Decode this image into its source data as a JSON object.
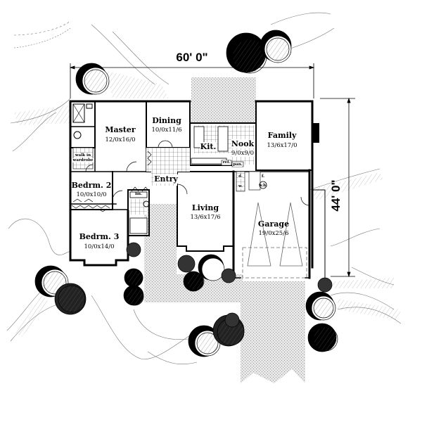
{
  "plan": {
    "overall_width": "60' 0\"",
    "overall_depth": "44' 0\"",
    "rooms": {
      "master": {
        "name": "Master",
        "dims": "12/0x16/0"
      },
      "dining": {
        "name": "Dining",
        "dims": "10/0x11/6"
      },
      "kitchen": {
        "name": "Kit."
      },
      "nook": {
        "name": "Nook",
        "dims": "9/0x9/0"
      },
      "family": {
        "name": "Family",
        "dims": "13/6x17/0"
      },
      "bedroom2": {
        "name": "Bedrm. 2",
        "dims": "10/0x10/0"
      },
      "bedroom3": {
        "name": "Bedrm. 3",
        "dims": "10/0x14/0"
      },
      "entry": {
        "name": "Entry"
      },
      "living": {
        "name": "Living",
        "dims": "13/6x17/6"
      },
      "garage": {
        "name": "Garage",
        "dims": "19/0x25/6"
      }
    },
    "small_labels": {
      "walk_in_wardrobe_1": "walk in",
      "walk_in_wardrobe_2": "wardrobe",
      "linen": "lin.",
      "ref": "ref.",
      "pantry": "pan.",
      "dryer": "d.",
      "washer": "w.",
      "furnace": "f.",
      "water_heater": "w.h."
    },
    "colors": {
      "ink": "#000000",
      "paving": "#d9d9d9",
      "paper": "#ffffff"
    }
  }
}
